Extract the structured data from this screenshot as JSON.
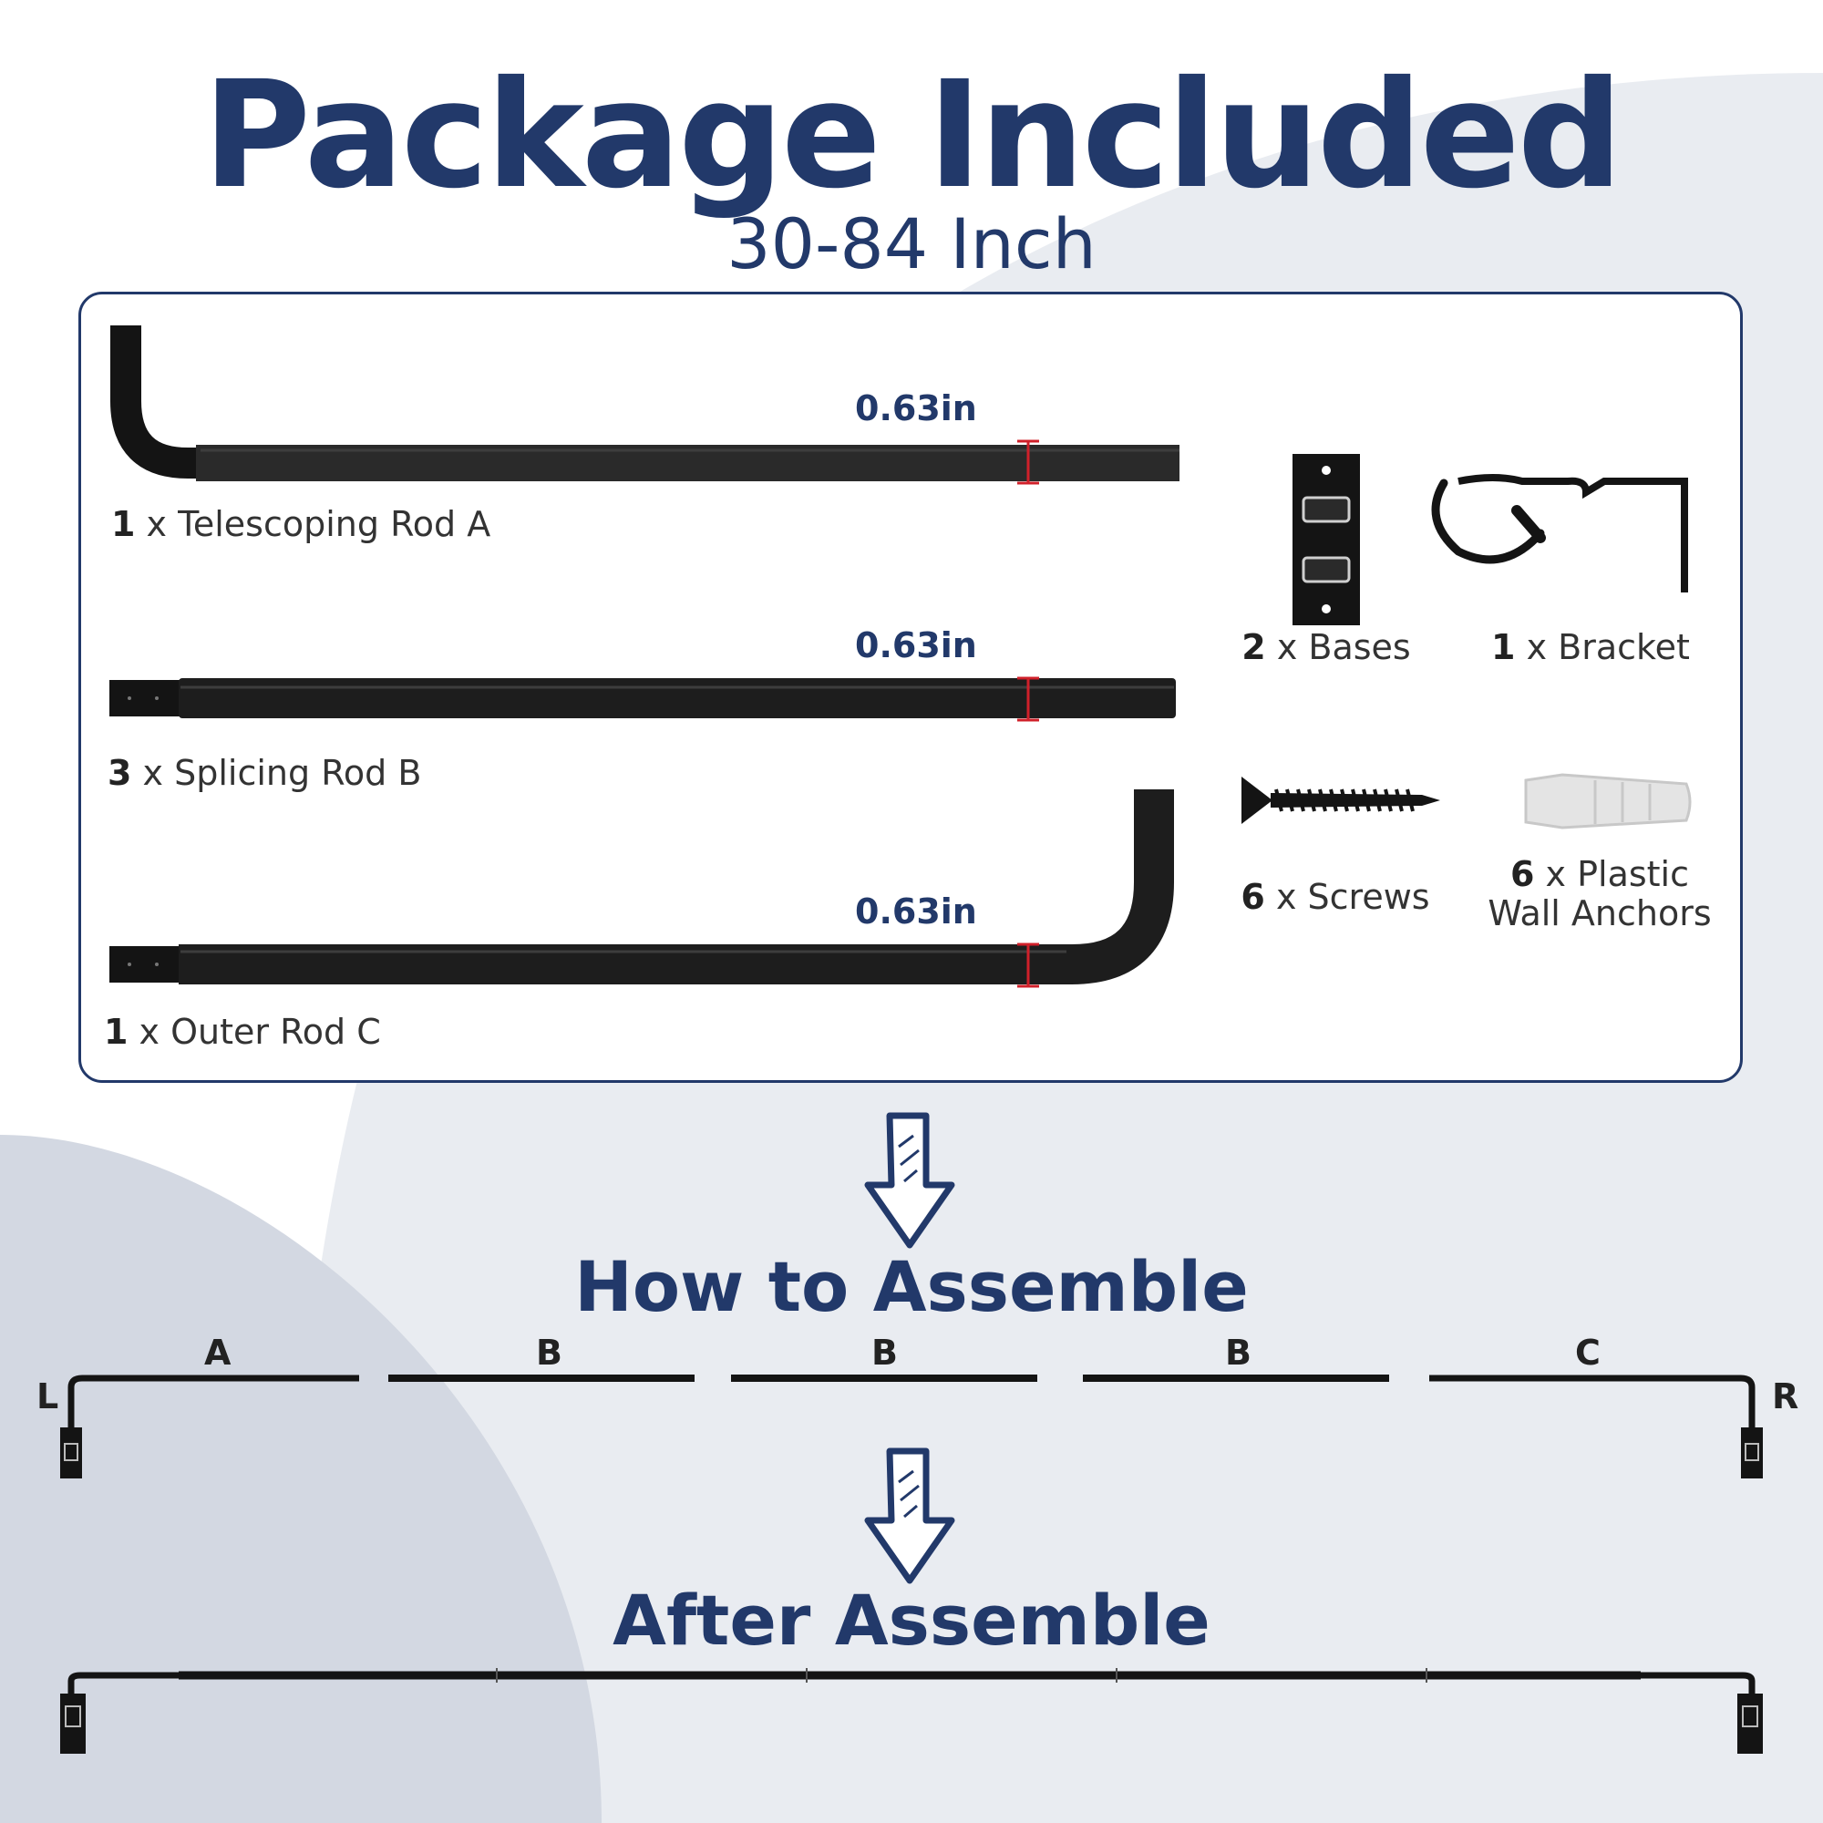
{
  "title": "Package Included",
  "subtitle": "30-84 Inch",
  "parts": [
    {
      "qty": "1",
      "label": "x Telescoping Rod A",
      "dimension": "0.63in"
    },
    {
      "qty": "3",
      "label": "x Splicing Rod B",
      "dimension": "0.63in"
    },
    {
      "qty": "1",
      "label": "x Outer Rod C",
      "dimension": "0.63in"
    }
  ],
  "hardware": [
    {
      "qty": "2",
      "label": "x Bases"
    },
    {
      "qty": "1",
      "label": "x Bracket"
    },
    {
      "qty": "6",
      "label": "x Screws"
    },
    {
      "qty": "6",
      "label": "x Plastic",
      "label_line2": "Wall Anchors"
    }
  ],
  "how_to_assemble": "How to Assemble",
  "assembly_segments": [
    "A",
    "B",
    "B",
    "B",
    "C"
  ],
  "assembly_ends": {
    "left": "L",
    "right": "R"
  },
  "after_assemble": "After Assemble",
  "colors": {
    "navy": "#22396a",
    "rod": "#141414",
    "bg_shape": "#e9ecf1",
    "bg_shape_dark": "#d3d8e2",
    "marker": "#d0202a"
  },
  "icons": [
    "arrow-down-sketch-icon"
  ]
}
